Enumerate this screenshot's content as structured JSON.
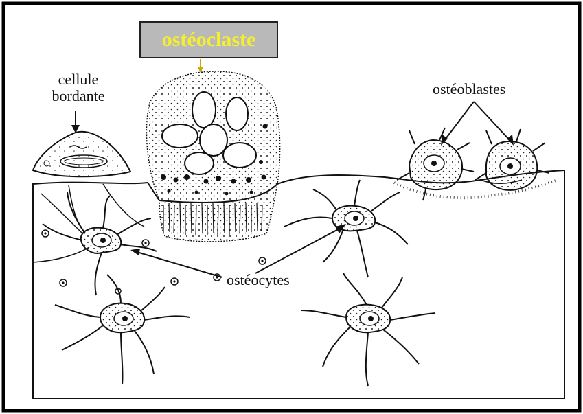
{
  "title_label": "ostéoclaste",
  "labels": {
    "cellule_line1": "cellule",
    "cellule_line2": "bordante",
    "osteoblastes": "ostéoblastes",
    "osteocytes": "ostéocytes"
  },
  "colors": {
    "title_bg": "#b9b9b9",
    "title_text": "#f6ef2e",
    "ink": "#111111",
    "frame": "#000000"
  }
}
